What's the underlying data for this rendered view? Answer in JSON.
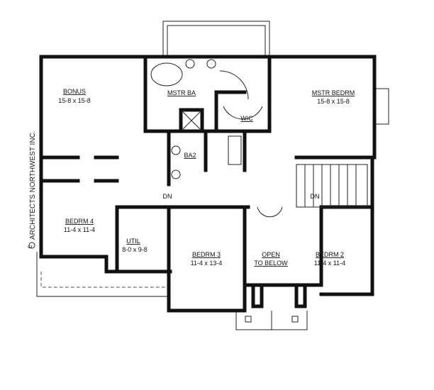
{
  "rooms": {
    "bonus": {
      "name": "BONUS",
      "size": "15-8 x 15-8"
    },
    "master_bath": {
      "name": "MSTR BA"
    },
    "master_bedroom": {
      "name": "MSTR BEDRM",
      "size": "15-8 x 15-8"
    },
    "walk_in_closet": {
      "name": "WIC"
    },
    "bath_2": {
      "name": "BA2"
    },
    "bedroom_4": {
      "name": "BEDRM 4",
      "size": "11-4 x 11-4"
    },
    "utility": {
      "name": "UTIL",
      "size": "8-0 x 9-8"
    },
    "bedroom_3": {
      "name": "BEDRM 3",
      "size": "11-4 x 13-4"
    },
    "open_to_below": {
      "name": "OPEN",
      "name2": "TO BELOW"
    },
    "bedroom_2": {
      "name": "BEDRM 2",
      "size": "11-4 x 11-4"
    }
  },
  "stairs": {
    "left_label": "DN",
    "right_label": "DN"
  },
  "copyright": {
    "symbol": "c",
    "text": "ARCHITECTS NORTHWEST INC."
  }
}
